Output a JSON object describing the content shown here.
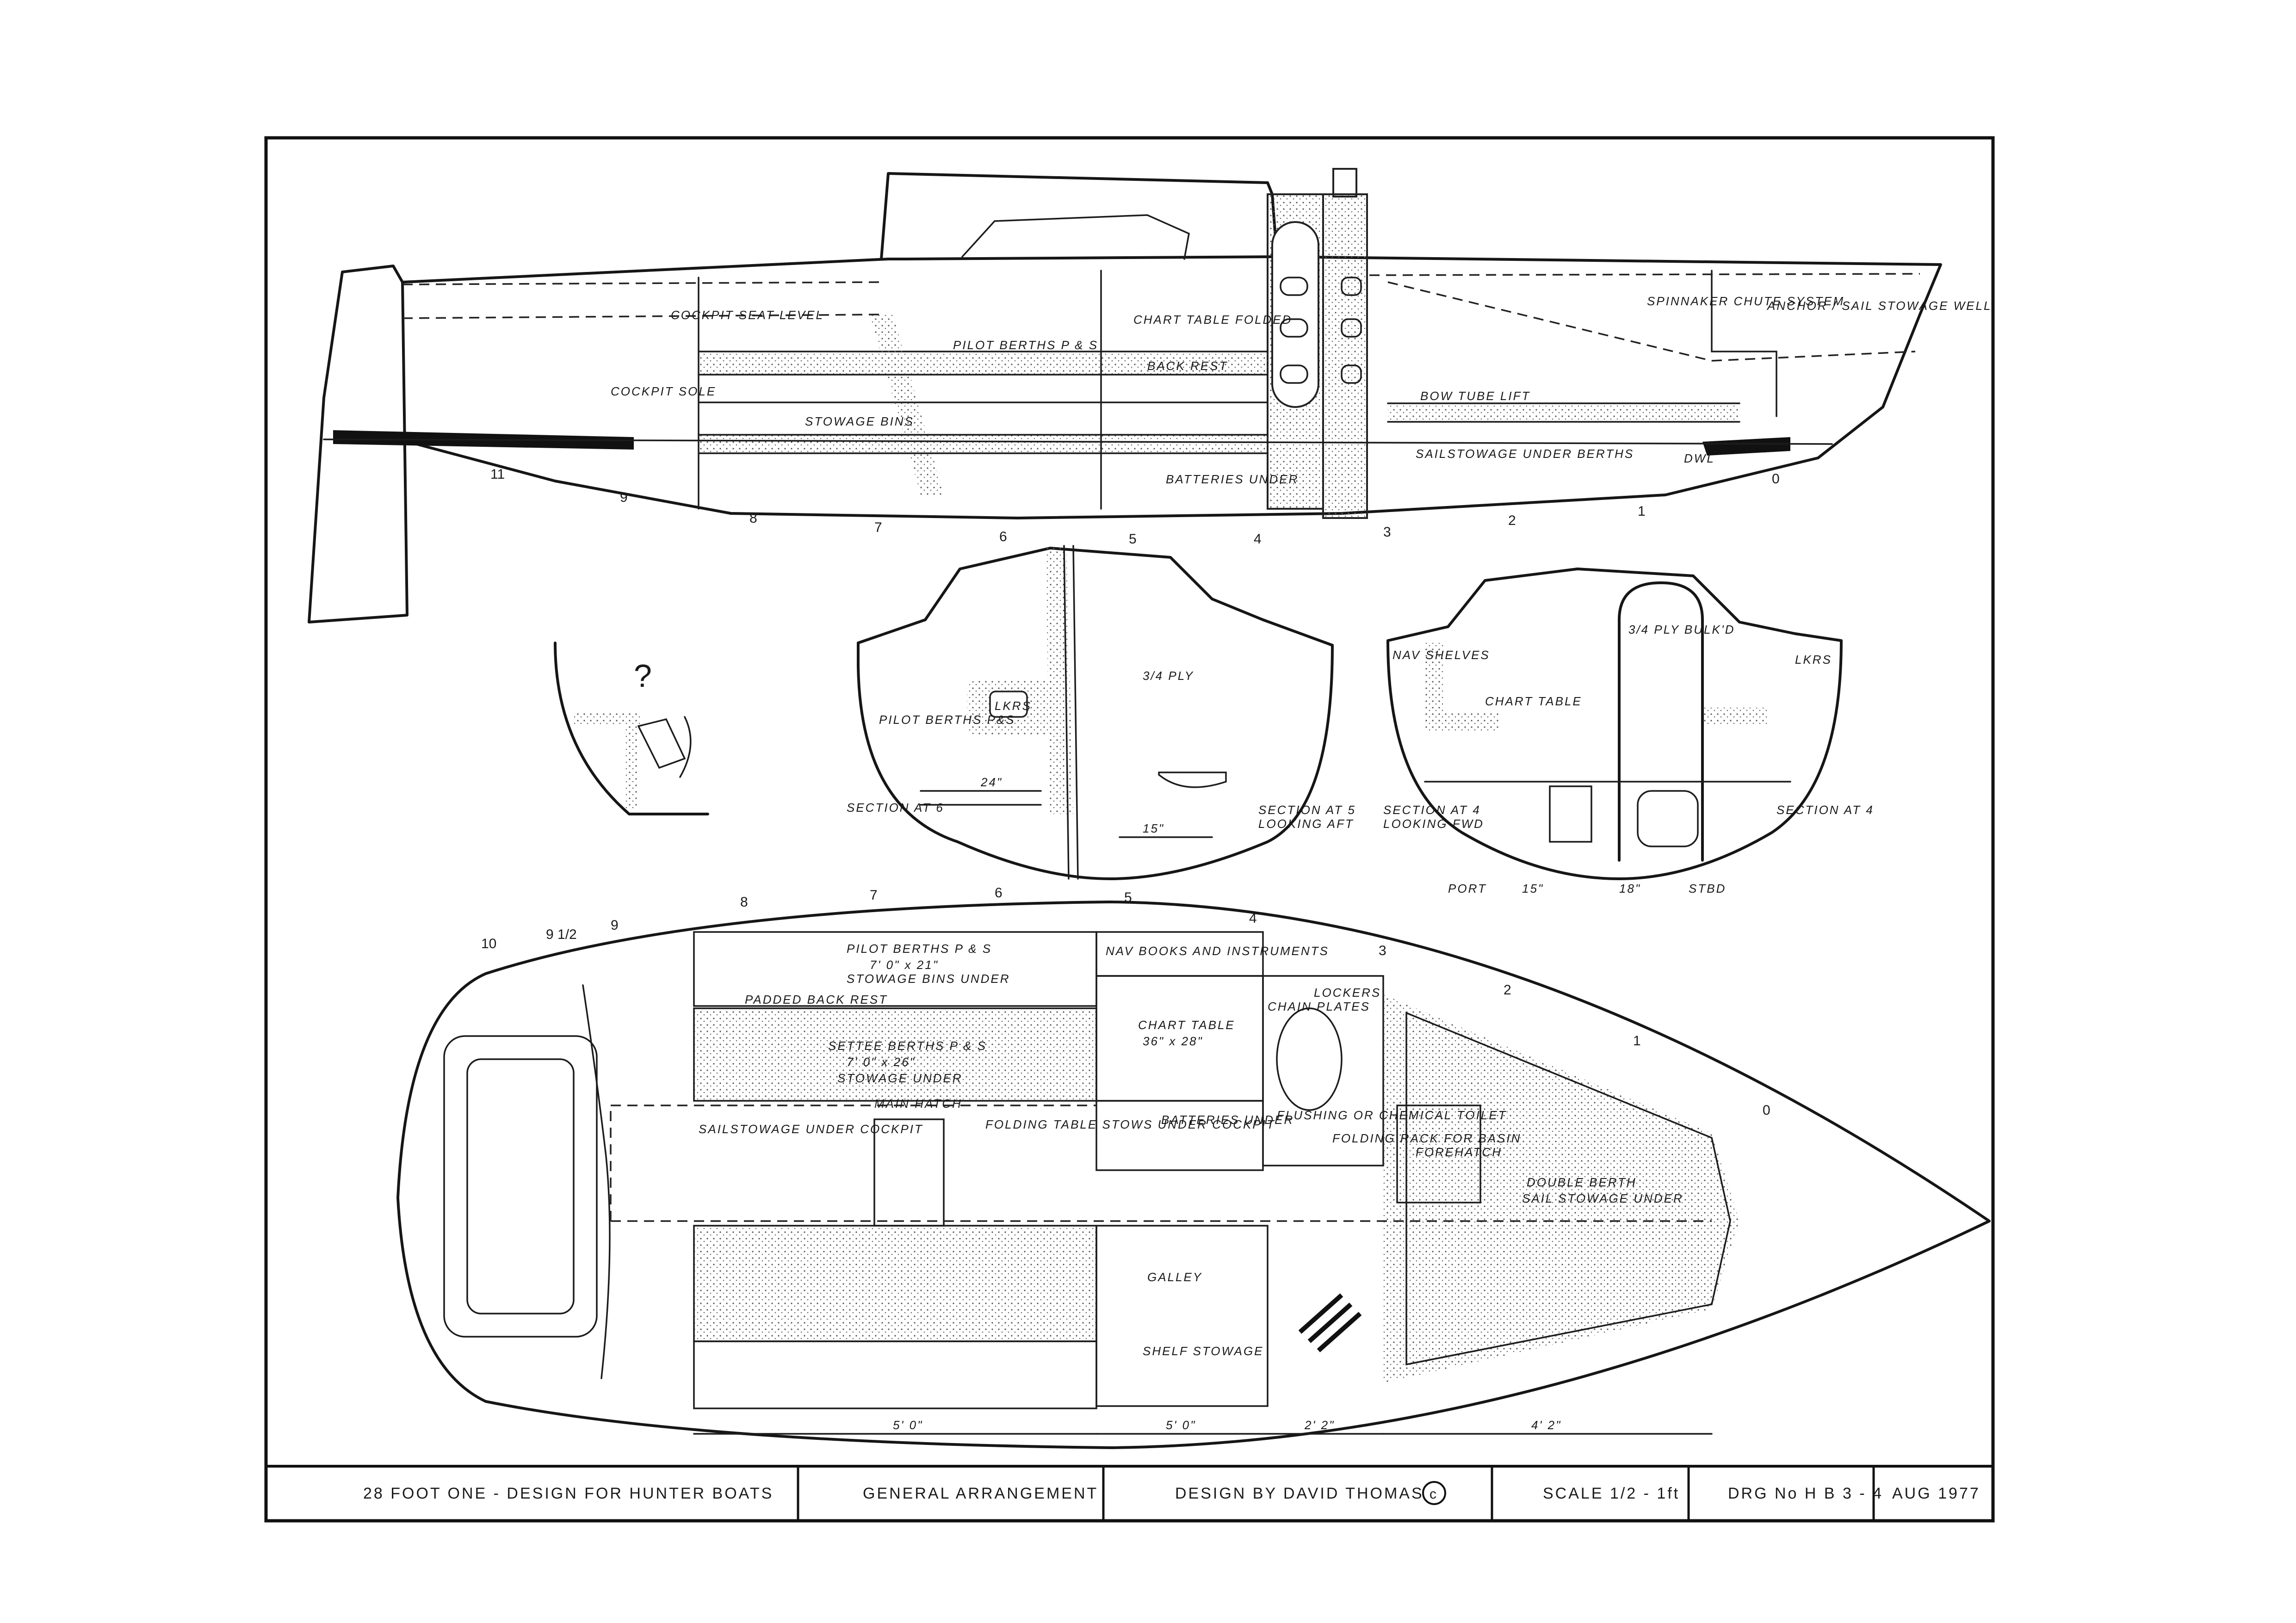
{
  "title_block": {
    "boat": "28 FOOT ONE - DESIGN FOR HUNTER BOATS",
    "sheet_title": "GENERAL ARRANGEMENT",
    "designer": "DESIGN BY DAVID THOMAS",
    "copyright_mark": "c",
    "scale": "SCALE 1/2 - 1ft",
    "drawing_number": "DRG No H B 3 - 4",
    "date": "AUG 1977"
  },
  "profile": {
    "labels": {
      "cockpit_seat_level": "COCKPIT SEAT LEVEL",
      "cockpit_sole": "COCKPIT SOLE",
      "pilot_berths": "PILOT BERTHS P & S",
      "chart_table_folded": "CHART TABLE FOLDED",
      "back_rest": "BACK REST",
      "stowage_bins": "STOWAGE BINS",
      "batteries_under": "BATTERIES UNDER",
      "bow_tube_lift": "BOW TUBE LIFT",
      "sailstowage_under_berths": "SAILSTOWAGE UNDER BERTHS",
      "spinnaker_chute_system": "SPINNAKER CHUTE SYSTEM",
      "anchor_sail_stowage_well": "ANCHOR / SAIL STOWAGE WELL",
      "dwl": "DWL"
    },
    "stations": [
      "11",
      "9",
      "8",
      "7",
      "6",
      "5",
      "4",
      "3",
      "2",
      "1",
      "0"
    ]
  },
  "sections": {
    "left": {
      "pilot_berths": "PILOT BERTHS P&S",
      "lkrs": "LKRS",
      "ply": "3/4 PLY",
      "section_at_6": "SECTION AT 6",
      "section_at_5": "SECTION AT 5",
      "looking_aft": "LOOKING AFT",
      "dim_24": "24\"",
      "dim_15": "15\""
    },
    "right": {
      "nav_shelves": "NAV SHELVES",
      "chart_table": "CHART TABLE",
      "ply_bulkd": "3/4 PLY BULK'D",
      "lkrs": "LKRS",
      "section_at_4": "SECTION AT 4",
      "looking_fwd": "LOOKING FWD",
      "port": "PORT",
      "stbd": "STBD",
      "dim_18": "18\"",
      "dim_15": "15\""
    }
  },
  "plan": {
    "labels": {
      "pilot_berths": "PILOT BERTHS P & S",
      "pilot_berths_size": "7' 0\" x 21\"",
      "stowage_bins_under": "STOWAGE BINS UNDER",
      "padded_back_rest": "PADDED BACK REST",
      "settee_berths": "SETTEE BERTHS P & S",
      "settee_size": "7' 0\" x 26\"",
      "stowage_under": "STOWAGE UNDER",
      "nav_books": "NAV BOOKS AND INSTRUMENTS",
      "chart_table": "CHART TABLE",
      "chart_table_size": "36\" x 28\"",
      "lockers": "LOCKERS",
      "chain_plates": "CHAIN PLATES",
      "flushing_toilet": "FLUSHING OR CHEMICAL TOILET",
      "folding_basin": "FOLDING RACK FOR BASIN",
      "sailstowage_under_cockpit": "SAILSTOWAGE UNDER COCKPIT",
      "main_hatch": "MAIN HATCH",
      "folding_table": "FOLDING TABLE STOWS UNDER COCKPIT",
      "batteries_under": "BATTERIES UNDER",
      "forehatch": "FOREHATCH",
      "double_berth": "DOUBLE BERTH",
      "sail_stowage_under": "SAIL STOWAGE UNDER",
      "galley": "GALLEY",
      "shelf_stowage": "SHELF STOWAGE",
      "dim_5_0": "5' 0\"",
      "dim_2_2": "2' 2\"",
      "dim_4_2": "4' 2\""
    },
    "stations": [
      "10",
      "9 1/2",
      "9",
      "8",
      "7",
      "6",
      "5",
      "4",
      "3",
      "2",
      "1",
      "0"
    ]
  },
  "detail": {
    "query_mark": "?"
  }
}
